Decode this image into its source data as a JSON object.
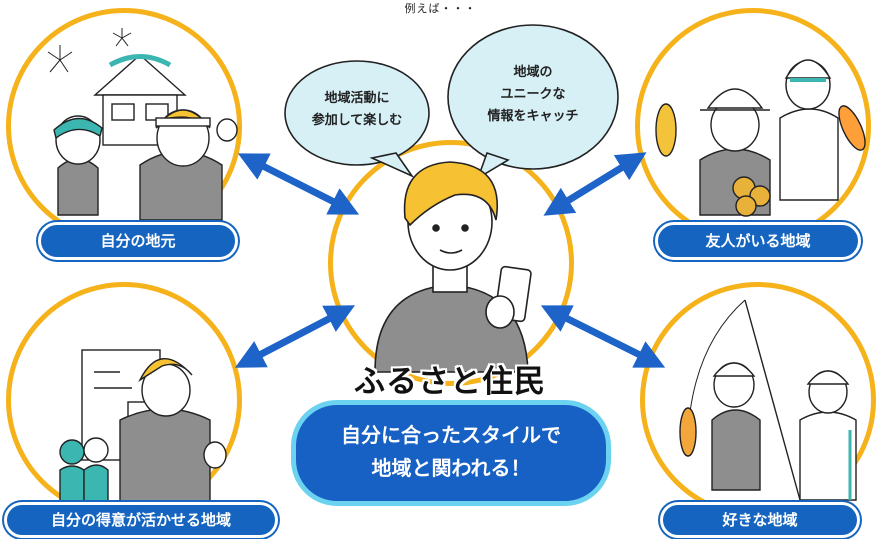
{
  "top_note": "例えば・・・",
  "center": {
    "title": "ふるさと住民",
    "tagline": "自分に合ったスタイルで\n地域と関われる！"
  },
  "bubbles": {
    "left": "地域活動に\n参加して楽しむ",
    "right": "地域の\nユニークな\n情報をキャッチ"
  },
  "labels": {
    "top_left": "自分の地元",
    "top_right": "友人がいる地域",
    "bottom_left": "自分の得意が活かせる地域",
    "bottom_right": "好きな地域"
  },
  "colors": {
    "circle_border": "#f5b21a",
    "label_blue": "#1565c0",
    "arrow_blue": "#1e63c8",
    "pill_border": "#6bd3f0",
    "bubble_fill": "#d6f0f6",
    "hair_yellow": "#f6c233",
    "shirt_gray": "#8e8e8e"
  }
}
